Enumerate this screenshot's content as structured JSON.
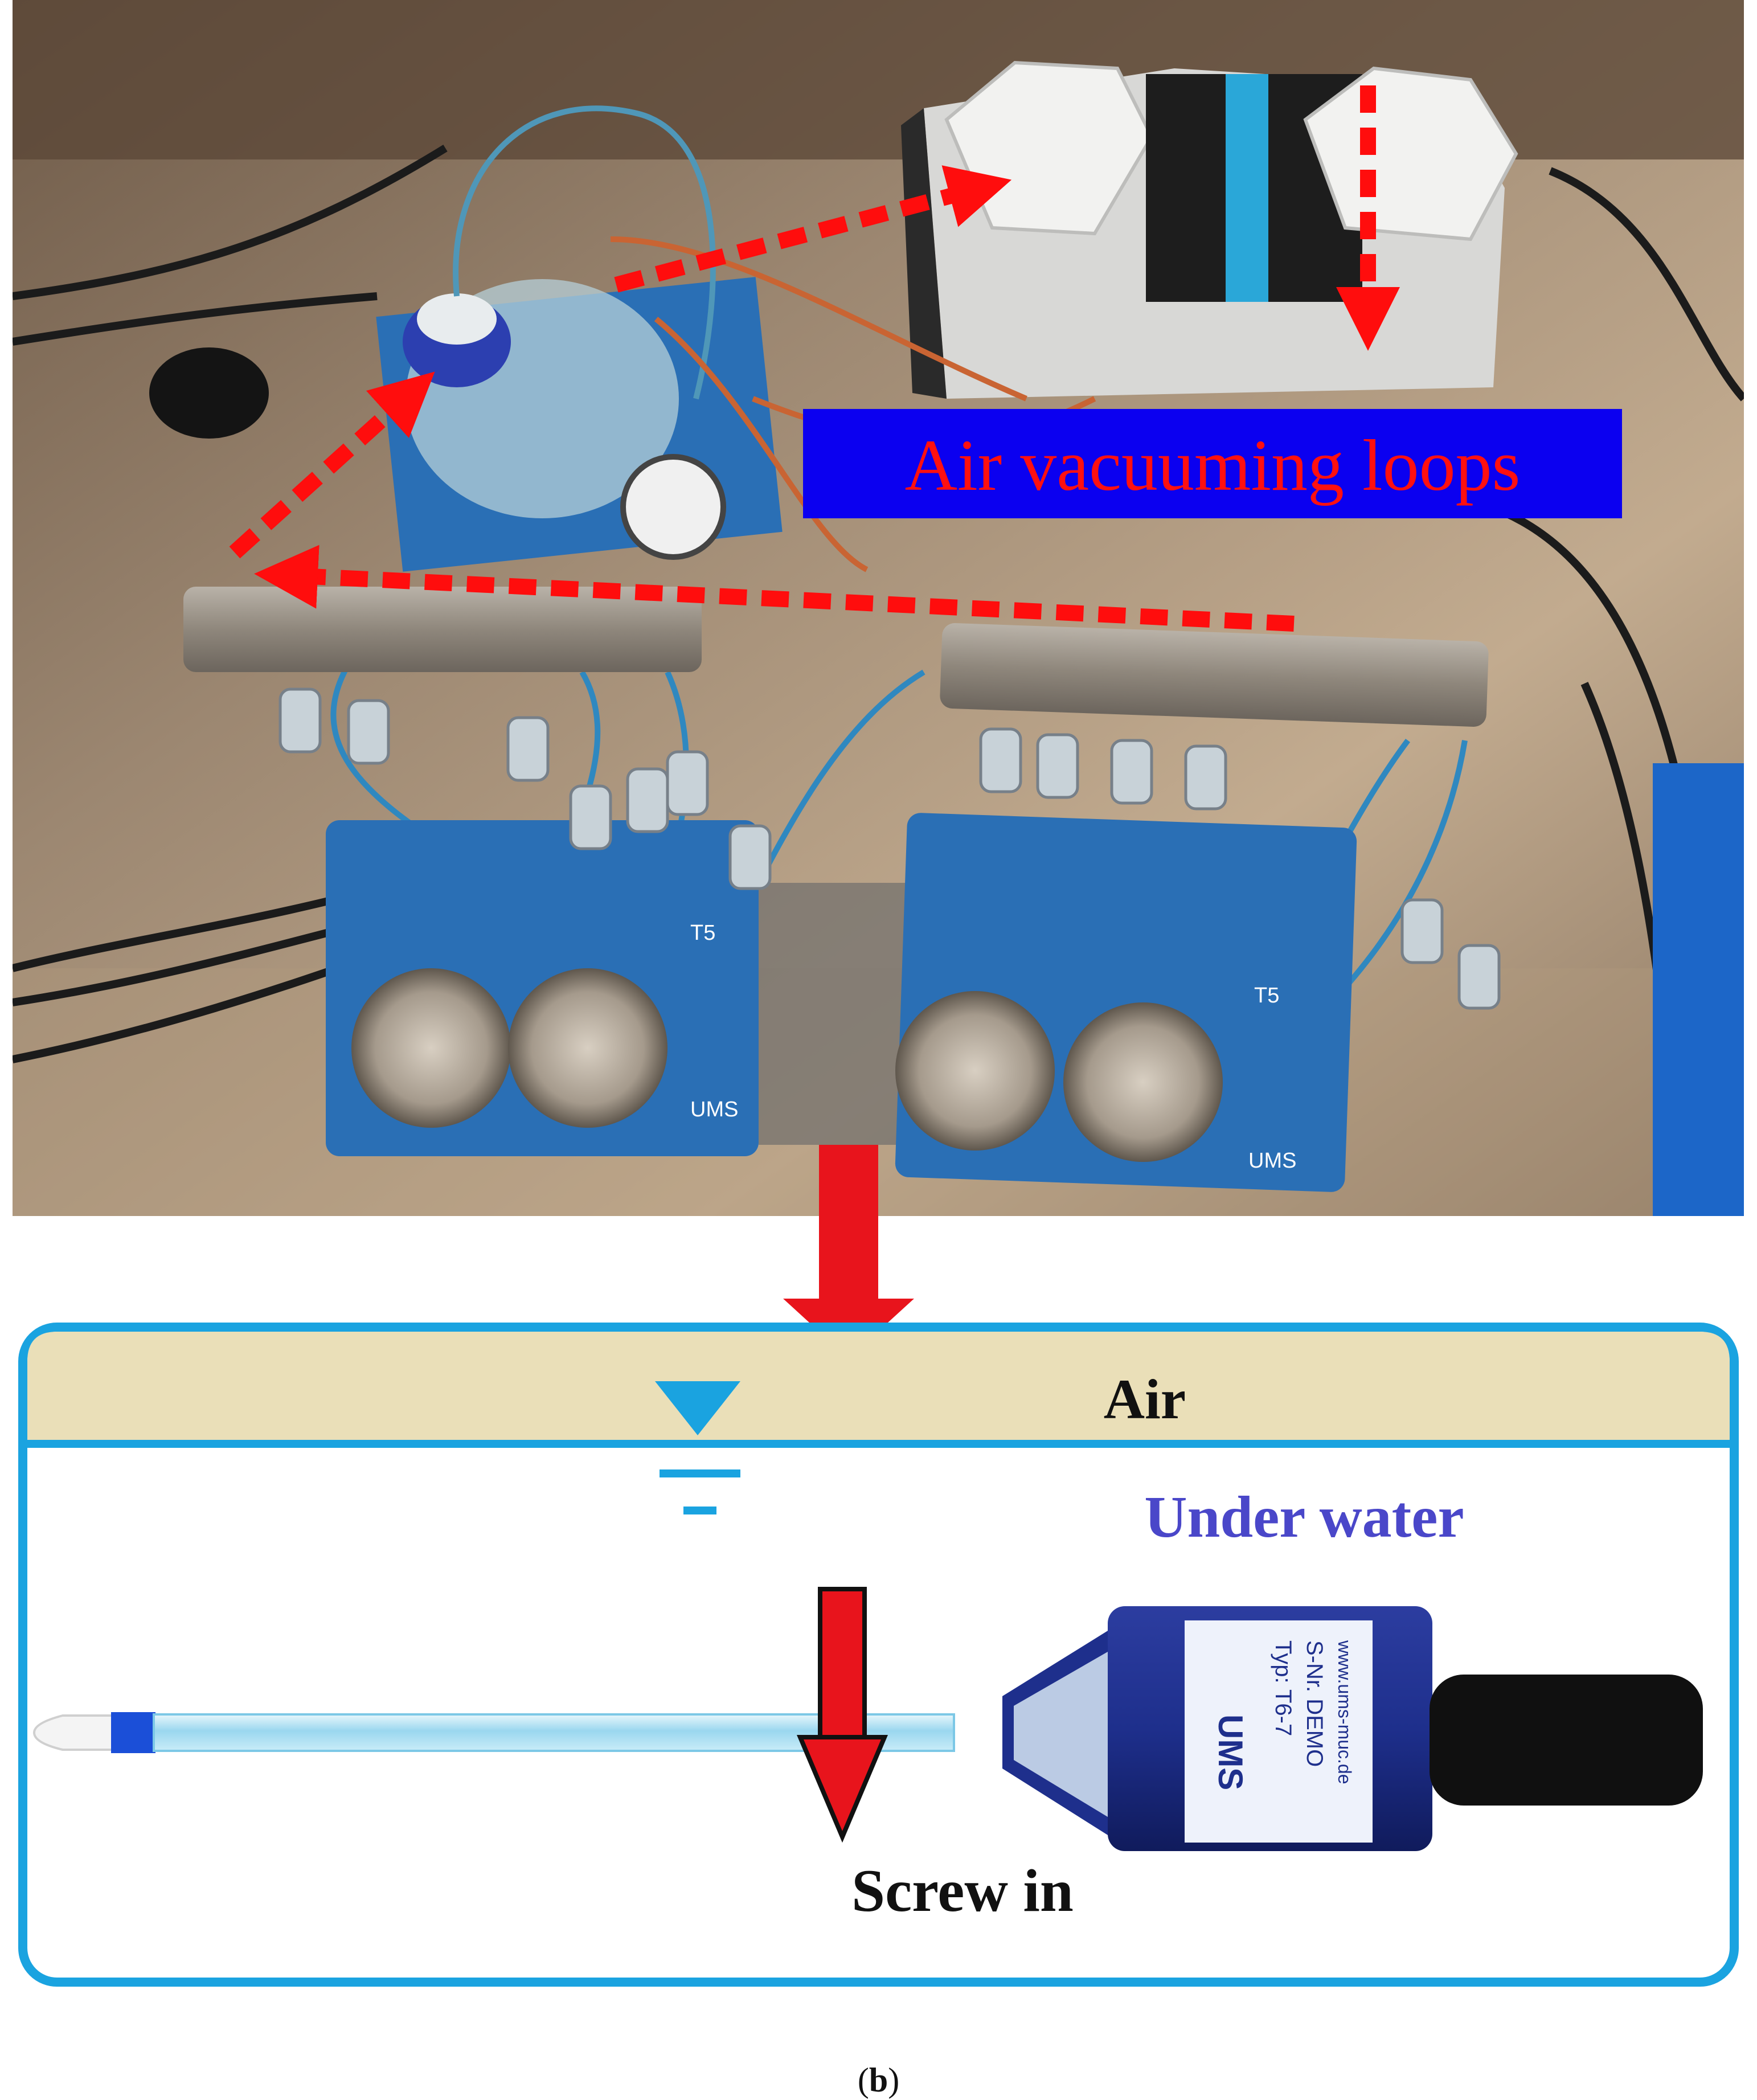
{
  "photo": {
    "label": "Air vacuuming loops",
    "device_labels": [
      "T5",
      "T5",
      "UMS",
      "UMS"
    ],
    "colors": {
      "label_bg": "#0b00f0",
      "label_text": "#ff1010",
      "arrow": "#ff0d0d",
      "panel": "#2a6fb5"
    }
  },
  "diagram": {
    "air_label": "Air",
    "water_label": "Under water",
    "screw_label": "Screw in",
    "sensor_text": [
      "UMS",
      "Typ: T6-7",
      "S-Nr. DEMO",
      "www.ums-muc.de"
    ],
    "colors": {
      "frame": "#1aa3e0",
      "air_band": "#eadfb8",
      "water_text": "#4a47c9",
      "arrow": "#e8141c",
      "tube": "#aee3f5",
      "sensor": "#1e2f8c"
    }
  },
  "caption": {
    "open": "(",
    "letter": "b",
    "close": ")"
  }
}
